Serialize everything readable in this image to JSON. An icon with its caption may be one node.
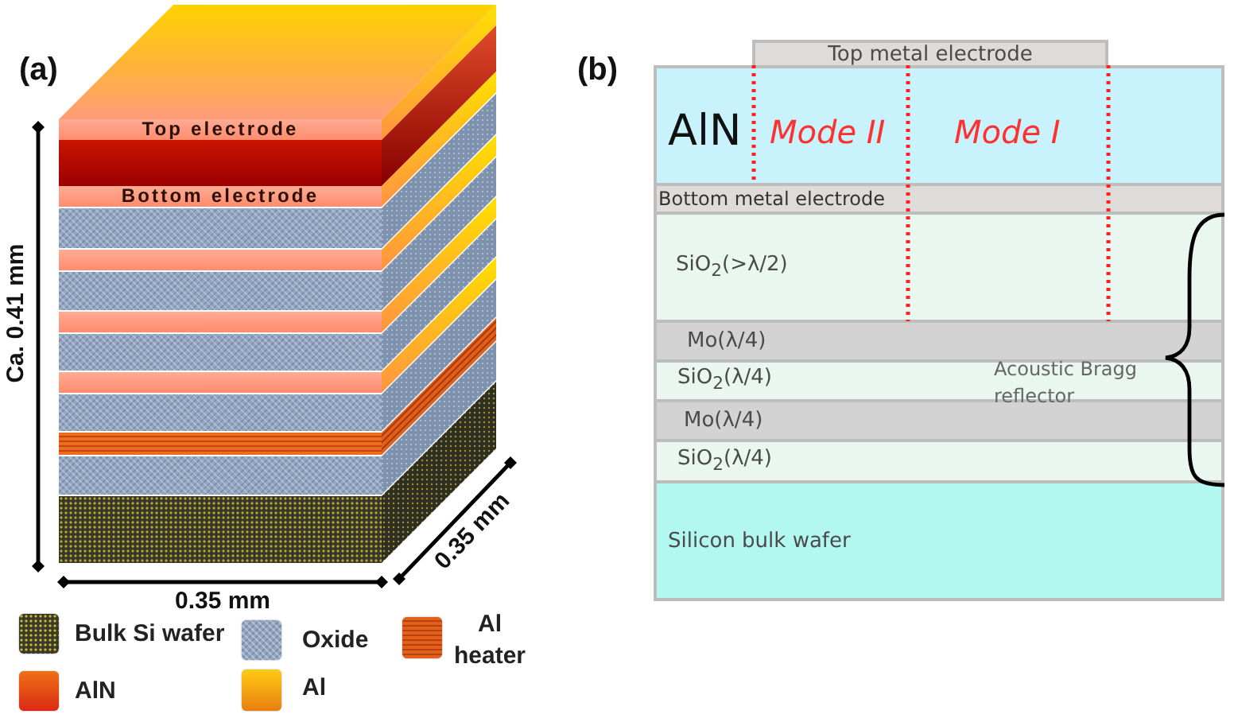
{
  "diagram": {
    "nodes": [
      {
        "text": [
          "Top electrode"
        ]
      },
      {
        "text": [],
        "shape": "box"
      },
      {
        "text": [
          "Bottom electrode"
        ]
      },
      {
        "text": [],
        "shape": "box"
      },
      {
        "text": [],
        "shape": "box"
      },
      {
        "text": [],
        "shape": "box"
      },
      {
        "text": [],
        "shape": "box"
      },
      {
        "text": [],
        "shape": "box"
      },
      {
        "text": [],
        "shape": "box"
      },
      {
        "text": [],
        "shape": "box"
      },
      {
        "text": [],
        "shape": "box"
      },
      {
        "text": [],
        "shape": "box"
      },
      {
        "text": [],
        "shape": "box"
      },
      {
        "text": [
          "Top metal electrode"
        ]
      },
      {
        "text": [
          "AlN",
          "Mode II",
          "Mode I"
        ]
      },
      {
        "text": [
          "Bottom metal electrode"
        ]
      },
      {
        "text": [
          "SiO$_{2}$(>λ/2)"
        ]
      },
      {
        "text": [
          "Mo(λ/4)"
        ]
      },
      {
        "text": [
          "SiO$_{2}$(λ/4)"
        ]
      },
      {
        "text": [
          "Mo(λ/4)"
        ]
      },
      {
        "text": [
          "SiO$_{2}$(λ/4)"
        ]
      },
      {
        "text": [
          "Silicon bulk wafer"
        ]
      }
    ],
    "labels": [
      "(a)",
      "(b)",
      "Ca. 0.41 mm",
      "Acoustic Bragg reflector",
      "0.35 mm",
      "0.35 mm"
    ],
    "legend": [
      {
        "text": "Bulk Si wafer",
        "color": "#3a3a2b"
      },
      {
        "text": "Oxide",
        "color": "#92a6c1"
      },
      {
        "text": "Al heater",
        "color": "#e4601a"
      },
      {
        "text": "AlN",
        "color": "#e8401f"
      },
      {
        "text": "Al",
        "color": "#ffc21a"
      }
    ]
  }
}
